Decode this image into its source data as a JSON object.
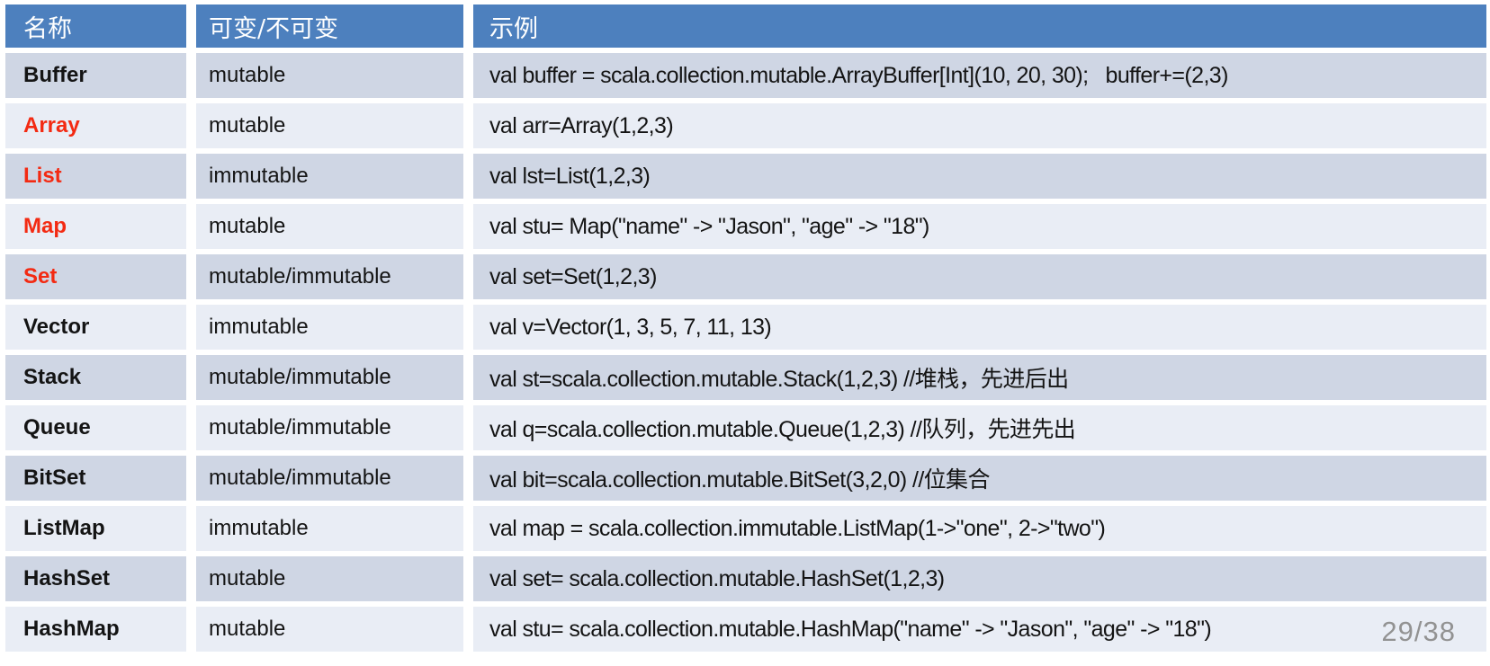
{
  "page": {
    "page_indicator": "29/38"
  },
  "colors": {
    "header_bg": "#4D80BE",
    "header_text": "#FFFFFF",
    "row_dark_bg": "#CFD6E4",
    "row_light_bg": "#E9EDF5",
    "highlight_red": "#F32A12",
    "name_black": "#141414",
    "page_num_gray": "#929292"
  },
  "table": {
    "headers": [
      {
        "label": "名称"
      },
      {
        "label": "可变/不可变"
      },
      {
        "label": "示例"
      }
    ],
    "rows": [
      {
        "name": "Buffer",
        "name_color": "#141414",
        "mutability": "mutable",
        "example": "val buffer = scala.collection.mutable.ArrayBuffer[Int](10, 20, 30);   buffer+=(2,3)"
      },
      {
        "name": "Array",
        "name_color": "#F32A12",
        "mutability": "mutable",
        "example": "val arr=Array(1,2,3)"
      },
      {
        "name": "List",
        "name_color": "#F32A12",
        "mutability": "immutable",
        "example": "val lst=List(1,2,3)"
      },
      {
        "name": "Map",
        "name_color": "#F32A12",
        "mutability": "mutable",
        "example": "val stu= Map(\"name\" -> \"Jason\", \"age\" -> \"18\")"
      },
      {
        "name": "Set",
        "name_color": "#F32A12",
        "mutability": "mutable/immutable",
        "example": "val set=Set(1,2,3)"
      },
      {
        "name": "Vector",
        "name_color": "#141414",
        "mutability": "immutable",
        "example": "val v=Vector(1, 3, 5, 7, 11, 13)"
      },
      {
        "name": "Stack",
        "name_color": "#141414",
        "mutability": "mutable/immutable",
        "example": "val st=scala.collection.mutable.Stack(1,2,3) //堆栈，先进后出"
      },
      {
        "name": "Queue",
        "name_color": "#141414",
        "mutability": "mutable/immutable",
        "example": "val q=scala.collection.mutable.Queue(1,2,3) //队列，先进先出"
      },
      {
        "name": "BitSet",
        "name_color": "#141414",
        "mutability": "mutable/immutable",
        "example": "val bit=scala.collection.mutable.BitSet(3,2,0) //位集合"
      },
      {
        "name": "ListMap",
        "name_color": "#141414",
        "mutability": "immutable",
        "example": "val map = scala.collection.immutable.ListMap(1->\"one\", 2->\"two\")"
      },
      {
        "name": "HashSet",
        "name_color": "#141414",
        "mutability": "mutable",
        "example": "val set= scala.collection.mutable.HashSet(1,2,3)"
      },
      {
        "name": "HashMap",
        "name_color": "#141414",
        "mutability": "mutable",
        "example": "val stu= scala.collection.mutable.HashMap(\"name\" -> \"Jason\", \"age\" -> \"18\")"
      }
    ]
  }
}
